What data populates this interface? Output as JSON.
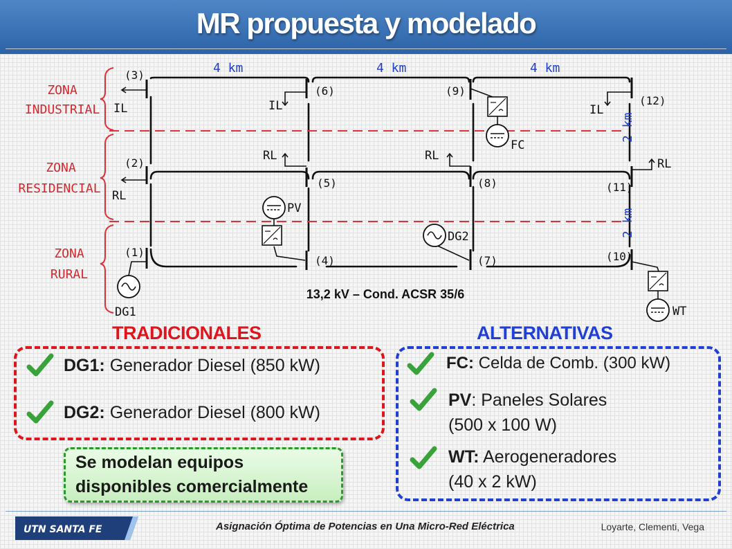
{
  "title": "MR propuesta y modelado",
  "diagram": {
    "zones": [
      {
        "line1": "ZONA",
        "line2": "INDUSTRIAL"
      },
      {
        "line1": "ZONA",
        "line2": "RESIDENCIAL"
      },
      {
        "line1": "ZONA",
        "line2": "RURAL"
      }
    ],
    "spans": [
      "4 km",
      "4 km",
      "4 km"
    ],
    "vertical_spans": [
      "2 km",
      "2 km"
    ],
    "nodes": [
      "(1)",
      "(2)",
      "(3)",
      "(4)",
      "(5)",
      "(6)",
      "(7)",
      "(8)",
      "(9)",
      "(10)",
      "(11)",
      "(12)"
    ],
    "loads": {
      "il": "IL",
      "rl": "RL"
    },
    "generators": {
      "dg1": "DG1",
      "dg2": "DG2",
      "pv": "PV",
      "fc": "FC",
      "wt": "WT"
    },
    "line_spec": "13,2 kV – Cond. ACSR 35/6",
    "colors": {
      "zone_text": "#d9262c",
      "span_text": "#1f3fd0",
      "line": "#111111"
    }
  },
  "traditional": {
    "heading": "TRADICIONALES",
    "color": "#e0141c",
    "items": [
      {
        "code": "DG1:",
        "desc": "Generador Diesel (850 kW)"
      },
      {
        "code": "DG2:",
        "desc": "Generador Diesel (800 kW)"
      }
    ]
  },
  "alternative": {
    "heading": "ALTERNATIVAS",
    "color": "#1f3fd6",
    "items": [
      {
        "code": "FC:",
        "desc": "Celda de Comb. (300 kW)"
      },
      {
        "code": "PV",
        "desc": ": Paneles Solares",
        "desc2": "(500 x 100 W)"
      },
      {
        "code": "WT:",
        "desc": "Aerogeneradores",
        "desc2": "(40 x 2 kW)"
      }
    ]
  },
  "note": {
    "line1": "Se modelan equipos",
    "line2": "disponibles comercialmente"
  },
  "footer": {
    "logo": "UTN SANTA FE",
    "title": "Asignación Óptima de Potencias en Una Micro-Red Eléctrica",
    "authors": "Loyarte, Clementi, Vega"
  },
  "icons": [
    "check-icon",
    "utn-logo"
  ]
}
